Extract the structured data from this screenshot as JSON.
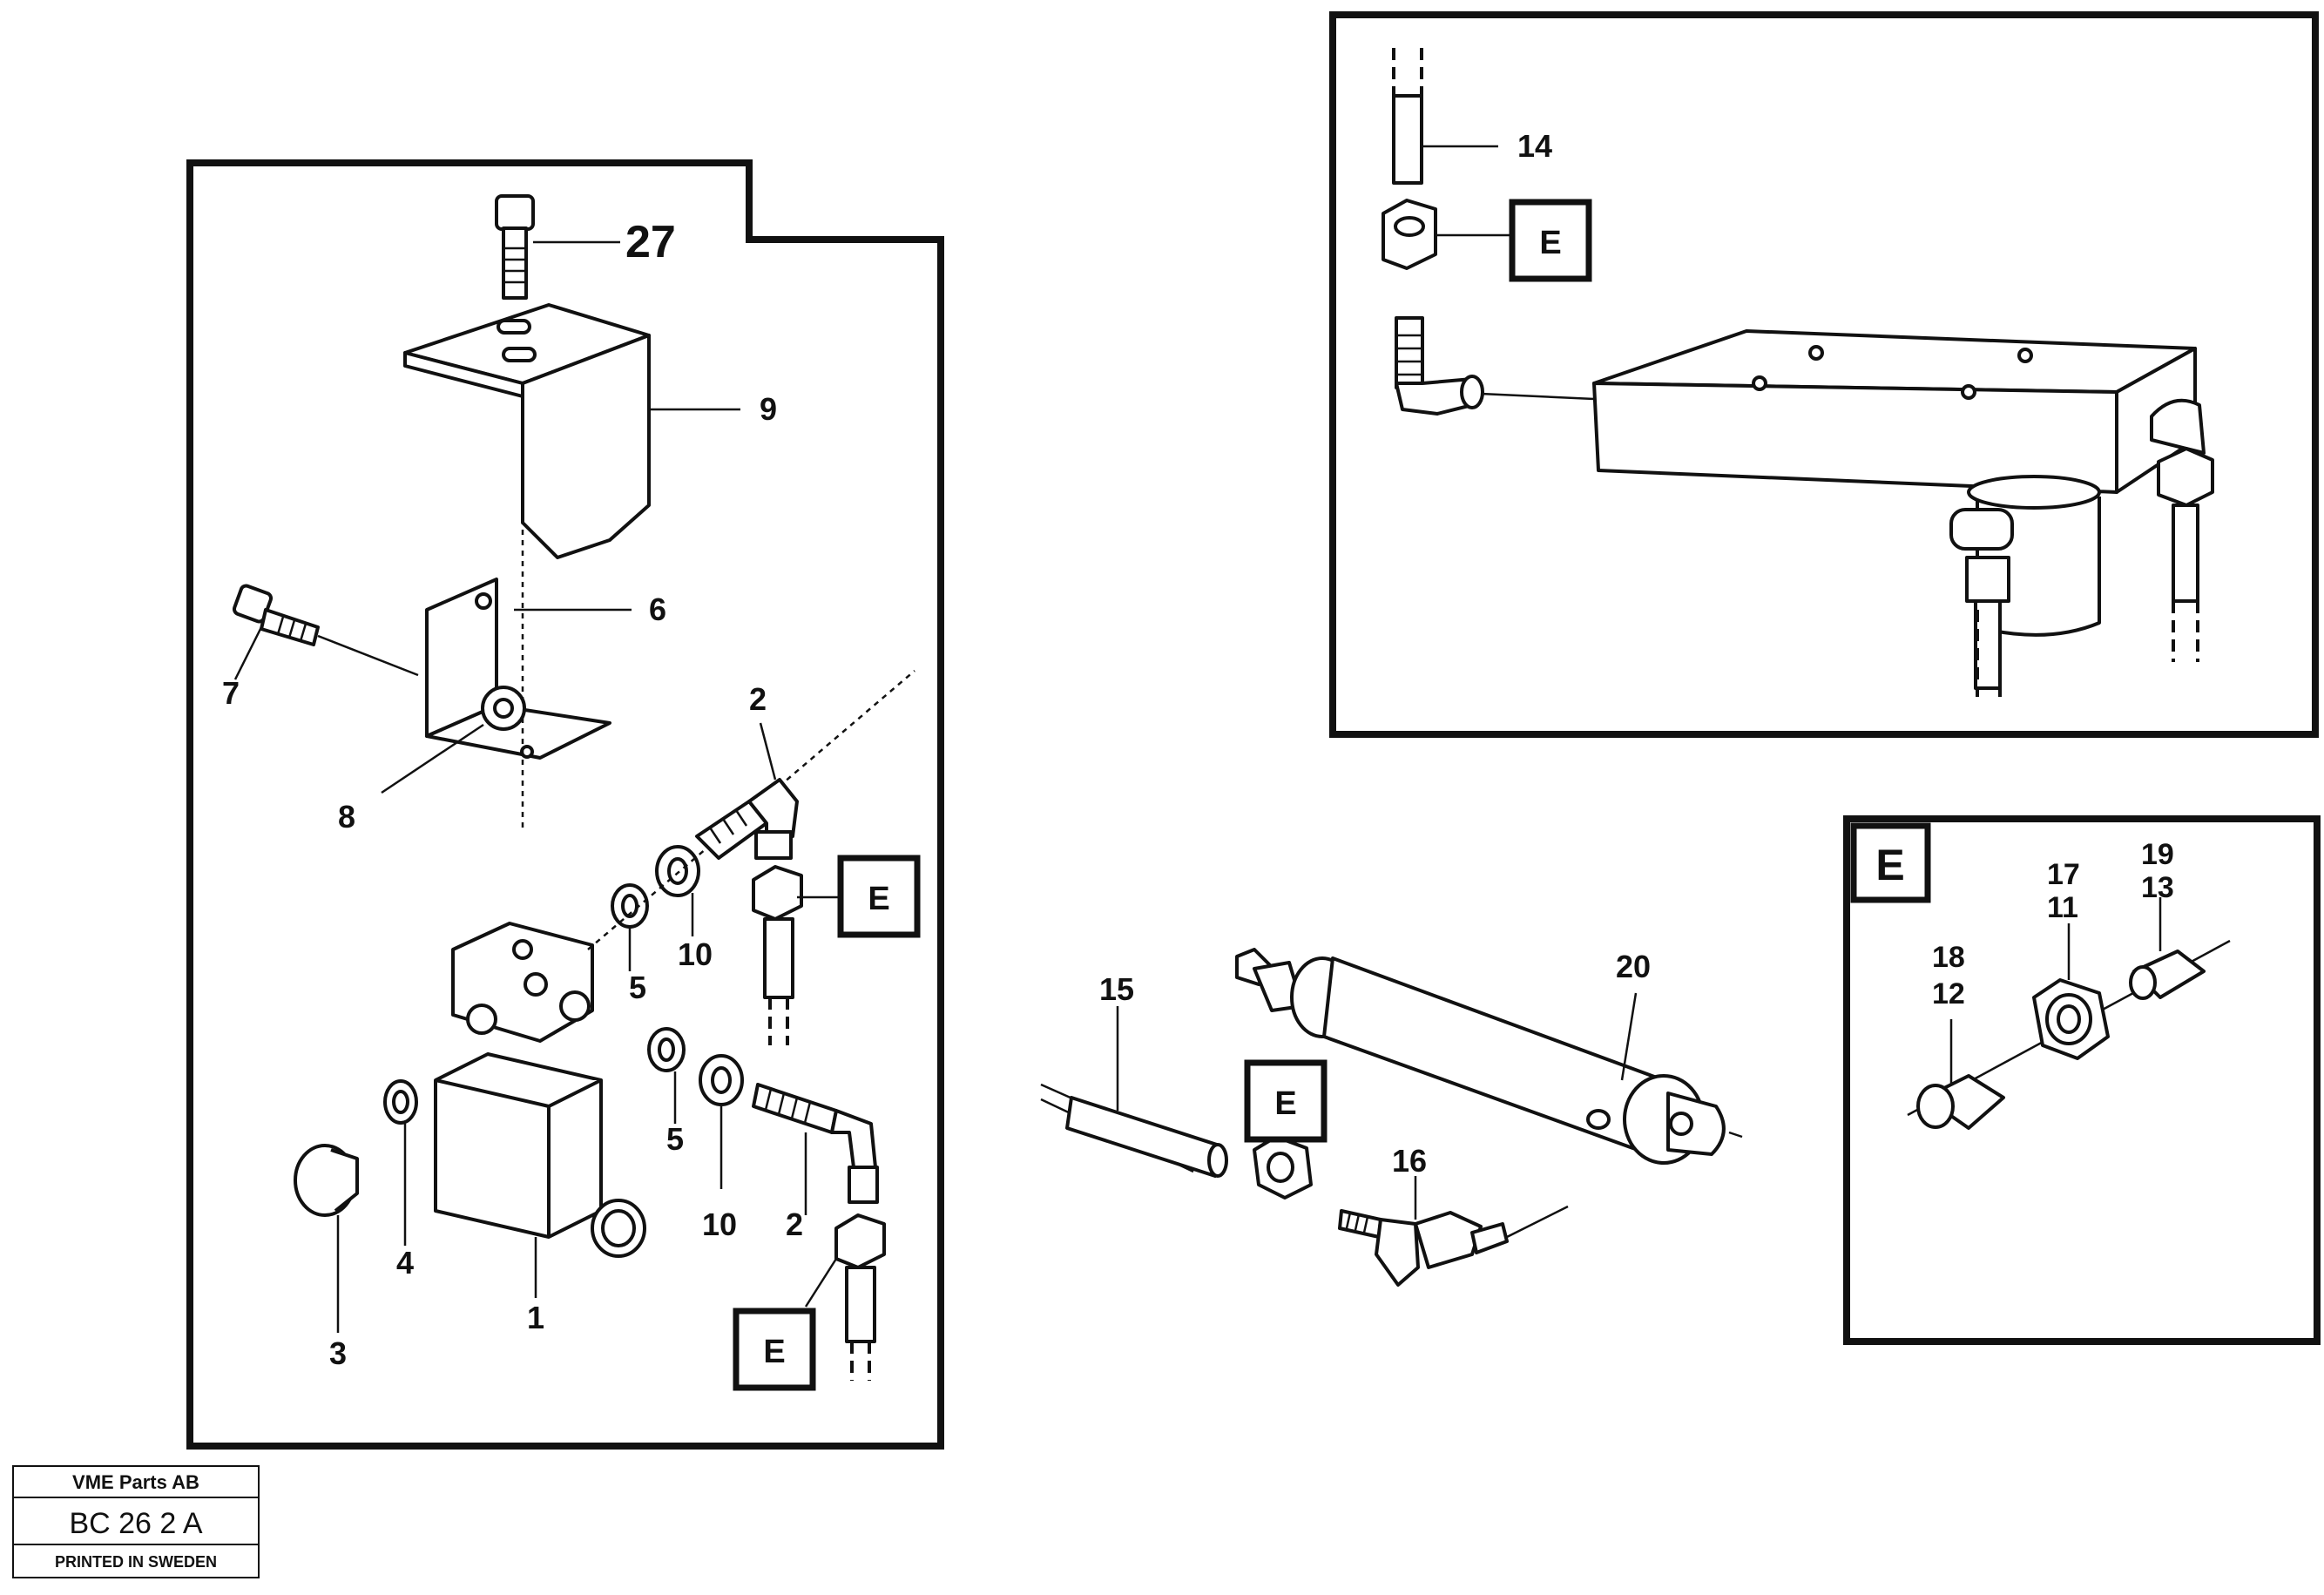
{
  "callouts": {
    "c1": "1",
    "c2a": "2",
    "c2b": "2",
    "c3": "3",
    "c4": "4",
    "c5a": "5",
    "c5b": "5",
    "c6": "6",
    "c7": "7",
    "c8": "8",
    "c9": "9",
    "c10a": "10",
    "c10b": "10",
    "c11": "11",
    "c12": "12",
    "c13": "13",
    "c14": "14",
    "c15": "15",
    "c16": "16",
    "c17": "17",
    "c18": "18",
    "c19": "19",
    "c20": "20",
    "c27": "27"
  },
  "detail_tag": "E",
  "stamp": {
    "company": "VME Parts AB",
    "code": "BC 26 2 A",
    "printed": "PRINTED IN SWEDEN"
  }
}
